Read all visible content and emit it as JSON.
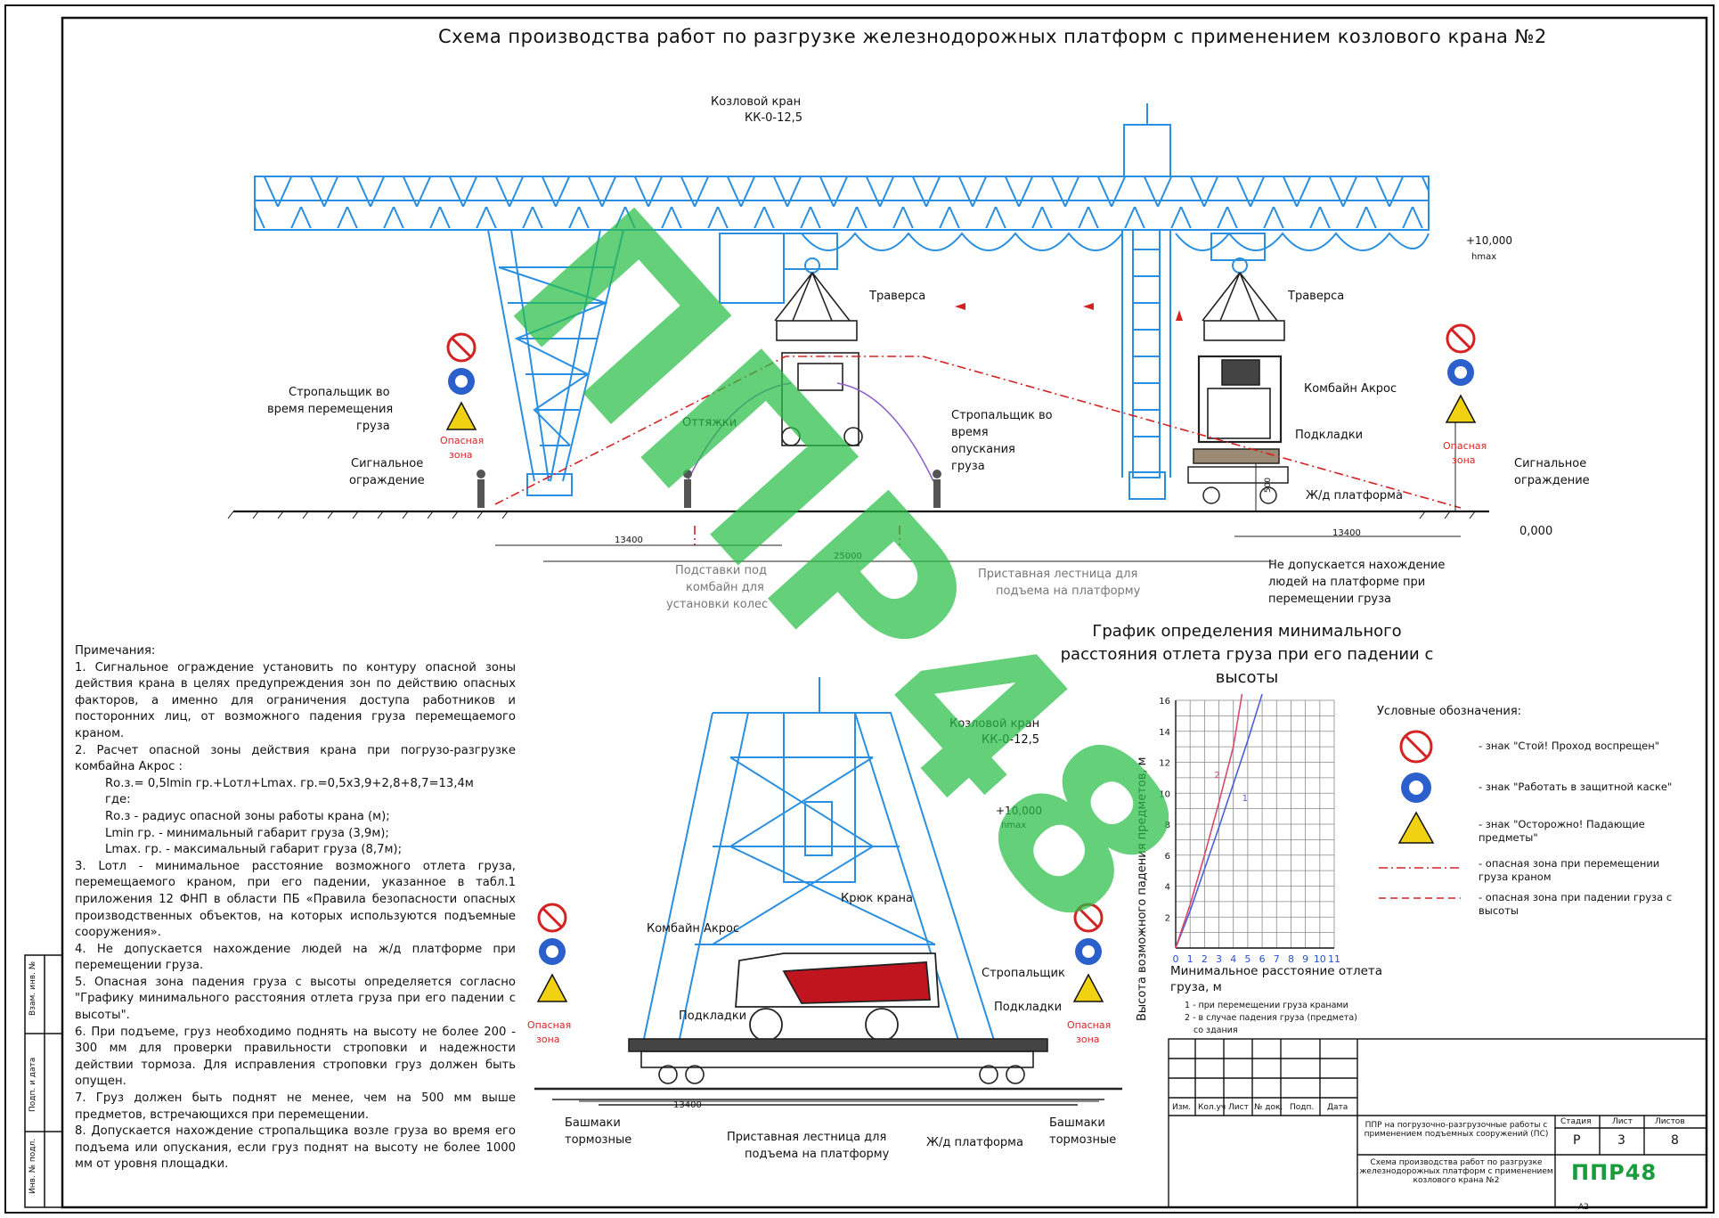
{
  "title": "Схема производства работ по разгрузке железнодорожных платформ с применением козлового крана №2",
  "crane_label": [
    "Козловой кран",
    "КК-0-12,5"
  ],
  "traverse_left": "Траверса",
  "traverse_right": "Траверса",
  "combine_right": "Комбайн Акрос",
  "podkladki_right": "Подкладки",
  "platform_right": "Ж/д платформа",
  "ottyazhki": "Оттяжки",
  "slinger_moving": [
    "Стропальщик во",
    "время перемещения",
    "груза"
  ],
  "slinger_lowering": [
    "Стропальщик во",
    "время",
    "опускания",
    "груза"
  ],
  "signal_fence_left": [
    "Сигнальное",
    "ограждение"
  ],
  "signal_fence_right": [
    "Сигнальное",
    "ограждение"
  ],
  "danger_zone": [
    "Опасная",
    "зона"
  ],
  "elev_top": "+10,000",
  "hmax": "hmax",
  "elev_zero": "0,000",
  "dims": {
    "d13400": "13400",
    "d25000": "25000",
    "d500": "500"
  },
  "stands_label": [
    "Подставки под",
    "комбайн для",
    "установки колес"
  ],
  "ladder_label": [
    "Приставная лестница для",
    "подъема на платформу"
  ],
  "no_people_label": [
    "Не допускается нахождение",
    "людей на платформе при",
    "перемещении груза"
  ],
  "notes": {
    "heading": "Примечания:",
    "items": [
      "1. Сигнальное ограждение установить по контуру опасной зоны действия крана в целях предупреждения зон по действию опасных факторов, а именно для ограничения доступа работников и посторонних лиц, от возможного падения груза перемещаемого краном.",
      "2. Расчет опасной зоны действия крана при погрузо-разгрузке комбайна Акрос :"
    ],
    "formula": [
      "Rо.з.= 0,5lmin гр.+Lотл+Lmax. гр.=0,5х3,9+2,8+8,7=13,4м",
      "где:",
      "Rо.з - радиус опасной зоны работы крана (м);",
      "Lmin гр. - минимальный габарит груза (3,9м);",
      "Lmax. гр. - максимальный габарит груза (8,7м);"
    ],
    "items2": [
      "3. Lотл - минимальное расстояние возможного отлета груза, перемещаемого краном, при его падении, указанное в табл.1 приложения 12 ФНП в области ПБ «Правила безопасности опасных производственных объектов, на которых используются подъемные сооружения».",
      "4. Не допускается нахождение людей на ж/д платформе при перемещении груза.",
      "5. Опасная зона падения груза с высоты определяется согласно \"Графику минимального расстояния отлета груза при его падении с высоты\".",
      "6. При подъеме, груз необходимо поднять на высоту не более 200 - 300 мм для проверки правильности строповки и надежности действии тормоза. Для исправления строповки груз должен быть опущен.",
      "7. Груз должен быть поднят не менее, чем на 500 мм выше предметов, встречающихся при перемещении.",
      "8. Допускается нахождение стропальщика возле груза во время его подъема или опускания, если груз поднят на высоту не более 1000 мм от уровня площадки."
    ]
  },
  "bottom_view": {
    "crane_label": [
      "Козловой кран",
      "КК-0-12,5"
    ],
    "elev": "+10,000",
    "hmax": "hmax",
    "hook": "Крюк крана",
    "combine": "Комбайн Акрос",
    "slinger": "Стропальщик",
    "podkladki_left": "Подкладки",
    "podkladki_right": "Подкладки",
    "shoes_left": [
      "Башмаки",
      "тормозные"
    ],
    "shoes_right": [
      "Башмаки",
      "тормозные"
    ],
    "ladder": [
      "Приставная лестница для",
      "подъема на платформу"
    ],
    "platform": "Ж/д платформа",
    "dim": "13400",
    "danger_zone": [
      "Опасная",
      "зона"
    ]
  },
  "graph": {
    "title": "График определения минимального расстояния отлета груза при его падении с высоты",
    "ylabel": "Высота возможного падения предметов, м",
    "xlabel": [
      "Минимальное расстояние отлета",
      "груза, м"
    ],
    "note1": "1 - при перемещении груза кранами",
    "note2": "2 - в случае падения груза (предмета)",
    "note3": "со здания",
    "curve_labels": [
      "1",
      "2"
    ]
  },
  "chart_data": {
    "type": "line",
    "x_ticks": [
      0,
      1,
      2,
      3,
      4,
      5,
      6,
      7,
      8,
      9,
      10,
      11
    ],
    "y_ticks": [
      2,
      4,
      6,
      8,
      10,
      12,
      14,
      16
    ],
    "xlim": [
      0,
      11
    ],
    "ylim": [
      0,
      16
    ],
    "grid": true,
    "series": [
      {
        "name": "1",
        "x": [
          0,
          1,
          2,
          3,
          4,
          5,
          6
        ],
        "y": [
          0,
          2.4,
          5.1,
          7.8,
          10.6,
          13.4,
          16.4
        ],
        "color": "#4a5fd6"
      },
      {
        "name": "2",
        "x": [
          0,
          1,
          2,
          3,
          4,
          4.6
        ],
        "y": [
          0,
          2.8,
          6.0,
          9.4,
          13.0,
          16.4
        ],
        "color": "#d94a6a"
      }
    ]
  },
  "legend": {
    "heading": "Условные обозначения:",
    "items": [
      "- знак \"Стой! Проход воспрещен\"",
      "- знак \"Работать в защитной каске\"",
      "- знак \"Осторожно! Падающие предметы\"",
      "- опасная зона при перемещении груза краном",
      "- опасная зона при падении груза с высоты"
    ]
  },
  "title_block": {
    "cols": [
      "Изм.",
      "Кол.уч",
      "Лист",
      "№ док.",
      "Подп.",
      "Дата"
    ],
    "project": "ППР на погрузочно-разгрузочные работы с применением подъемных сооружений (ПС)",
    "sheet_title": "Схема производства работ по разгрузке железнодорожных платформ с применением козлового крана №2",
    "stage_h": "Стадия",
    "sheet_h": "Лист",
    "sheets_h": "Листов",
    "stage": "Р",
    "sheet": "3",
    "sheets": "8",
    "logo": "ППР48",
    "format": "А2"
  },
  "side_labels": [
    "Взам. инв. №",
    "Подп. и дата",
    "Инв. № подл."
  ],
  "watermark": "ППР48",
  "colors": {
    "crane": "#2a8fe0",
    "danger": "#d42222",
    "watermark": "#28be46",
    "logo": "#1a9b3c"
  }
}
